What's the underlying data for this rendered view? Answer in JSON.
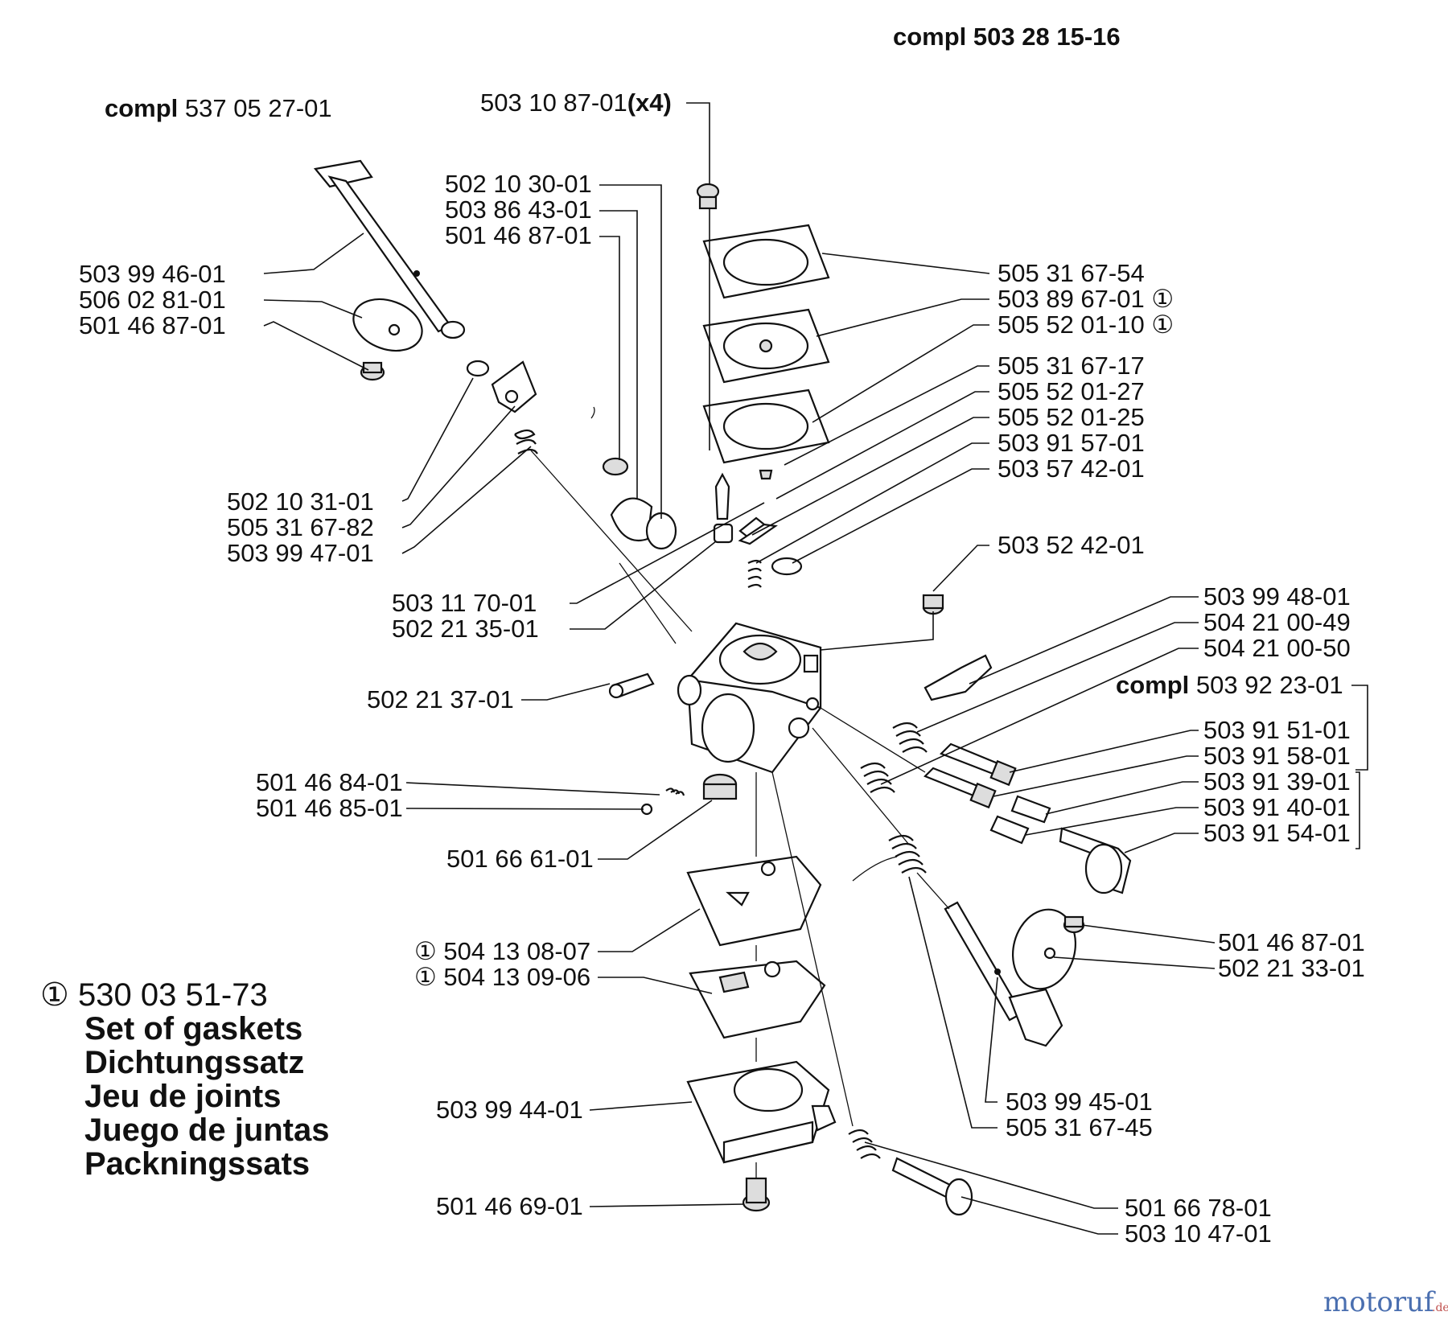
{
  "header": {
    "assembly": {
      "prefix": "compl",
      "number": "503 28 15-16"
    },
    "shaft_assembly": {
      "prefix": "compl",
      "number": "537 05 27-01"
    },
    "screw_label": {
      "number": "503 10 87-01",
      "qty": "(x4)"
    }
  },
  "parts_left": [
    "502 10 30-01",
    "503 86 43-01",
    "501 46 87-01",
    "503 99 46-01",
    "506 02 81-01",
    "501 46 87-01",
    "502 10 31-01",
    "505 31 67-82",
    "503 99 47-01",
    "503 11 70-01",
    "502 21 35-01",
    "502 21 37-01",
    "501 46 84-01",
    "501 46 85-01",
    "501 66 61-01",
    "503 99 44-01",
    "501 46 69-01"
  ],
  "parts_right": [
    "505 31 67-54",
    "503 89 67-01",
    "505 52 01-10",
    "505 31 67-17",
    "505 52 01-27",
    "505 52 01-25",
    "503 91 57-01",
    "503 57 42-01",
    "503 52 42-01",
    "503 99 48-01",
    "504 21 00-49",
    "504 21 00-50",
    "503 91 51-01",
    "503 91 58-01",
    "503 91 39-01",
    "503 91 40-01",
    "503 91 54-01",
    "501 46 87-01",
    "502 21 33-01",
    "503 99 45-01",
    "505 31 67-45",
    "501 66 78-01",
    "503 10 47-01"
  ],
  "needle_assembly": {
    "prefix": "compl",
    "number": "503 92 23-01"
  },
  "gasket_parts": [
    "504 13 08-07",
    "504 13 09-06"
  ],
  "set_marker": "①",
  "legend": {
    "marker": "①",
    "number": "530 03 51-73",
    "lines": [
      "Set of gaskets",
      "Dichtungssatz",
      "Jeu de joints",
      "Juego de juntas",
      "Packningssats"
    ]
  },
  "watermark": {
    "brand": "motoruf",
    "suffix": ".de"
  }
}
